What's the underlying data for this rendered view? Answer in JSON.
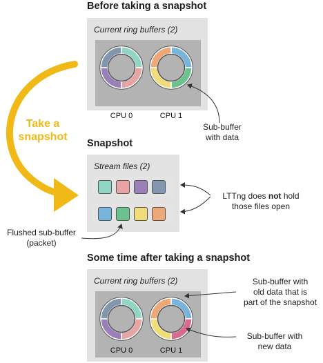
{
  "sections": {
    "before": {
      "heading": "Before taking a snapshot",
      "panel_title": "Current ring buffers (2)",
      "cpu0": "CPU 0",
      "cpu1": "CPU 1"
    },
    "snapshot": {
      "heading": "Snapshot",
      "panel_title": "Stream files (2)"
    },
    "after": {
      "heading": "Some time after taking a snapshot",
      "panel_title": "Current ring buffers (2)",
      "cpu0": "CPU 0",
      "cpu1": "CPU 1"
    }
  },
  "labels": {
    "take_line1": "Take a",
    "take_line2": "snapshot",
    "subbuffer_data_line1": "Sub-buffer",
    "subbuffer_data_line2": "with data",
    "lttng_pre": "LTTng does ",
    "lttng_bold": "not",
    "lttng_post": " hold",
    "lttng_line2": "those files open",
    "flushed_line1": "Flushed sub-buffer",
    "flushed_line2": "(packet)",
    "old_line1": "Sub-buffer with",
    "old_line2": "old data that is",
    "old_line3": "part of the snapshot",
    "new_line1": "Sub-buffer with",
    "new_line2": "new data"
  },
  "colors": {
    "teal": "#8fd6c4",
    "pink": "#e8a3a3",
    "purple": "#9b7fb8",
    "slate": "#8297ad",
    "blue": "#79b4dc",
    "green": "#6cc28f",
    "yellow": "#f1dc7a",
    "orange": "#eea878",
    "magenta": "#d96a8f",
    "arrow": "#f0b918"
  }
}
